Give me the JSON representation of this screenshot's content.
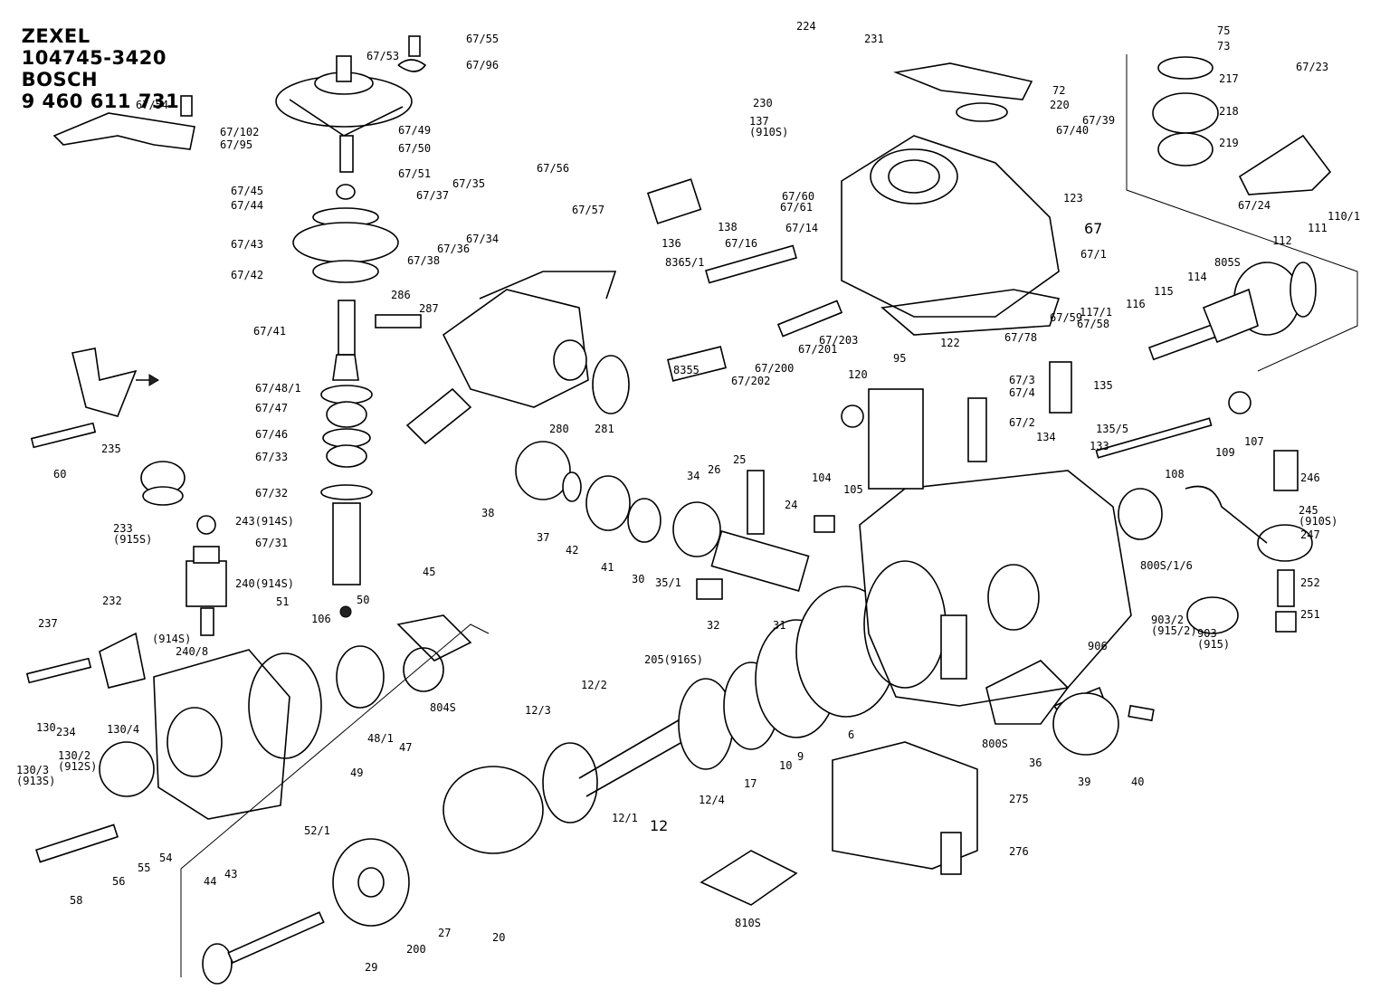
{
  "header": {
    "maker1": "ZEXEL",
    "part1": "104745-3420",
    "maker2": "BOSCH",
    "part2": "9 460 611 731"
  },
  "group_labels": {
    "g67": "67",
    "g12": "12"
  },
  "callouts": [
    "67/55",
    "67/53",
    "67/96",
    "67/54",
    "67/102",
    "67/95",
    "67/49",
    "67/50",
    "67/51",
    "67/45",
    "67/44",
    "67/43",
    "67/42",
    "67/41",
    "67/48/1",
    "67/47",
    "67/46",
    "67/33",
    "67/32",
    "67/31",
    "67/37",
    "67/35",
    "67/38",
    "67/36",
    "67/34",
    "67/56",
    "67/57",
    "286",
    "287",
    "280",
    "281",
    "224",
    "231",
    "230",
    "137 (910S)",
    "136",
    "138",
    "67/16",
    "67/14",
    "67/60",
    "67/61",
    "8365/1",
    "8355",
    "67/202",
    "67/200",
    "67/201",
    "67/203",
    "72",
    "220",
    "67/39",
    "67/40",
    "123",
    "67/1",
    "67/78",
    "67/59",
    "67/58",
    "75",
    "73",
    "217",
    "218",
    "219",
    "67/23",
    "67/24",
    "112",
    "111",
    "110/1",
    "114",
    "805S",
    "116",
    "115",
    "117/1",
    "122",
    "95",
    "120",
    "67/3",
    "67/4",
    "67/2",
    "135",
    "135/5",
    "134",
    "133",
    "108",
    "109",
    "107",
    "246",
    "245 (910S)",
    "247",
    "252",
    "251",
    "800S/1/6",
    "903/2 (915/2)",
    "903 (915)",
    "906",
    "60",
    "235",
    "233 (915S)",
    "243(914S)",
    "240(914S)",
    "240/8",
    "(914S)",
    "237",
    "232",
    "234",
    "130",
    "130/4",
    "130/2 (912S)",
    "130/3 (913S)",
    "50",
    "51",
    "106",
    "45",
    "49",
    "48/1",
    "47",
    "804S",
    "54",
    "55",
    "56",
    "58",
    "38",
    "37",
    "42",
    "41",
    "30",
    "35/1",
    "34",
    "26",
    "25",
    "24",
    "104",
    "105",
    "32",
    "31",
    "6",
    "9",
    "10",
    "17",
    "205(916S)",
    "12/2",
    "12/3",
    "12/4",
    "12/1",
    "52/1",
    "44",
    "43",
    "29",
    "200",
    "27",
    "20",
    "800S",
    "36",
    "39",
    "40",
    "275",
    "276",
    "810S"
  ]
}
